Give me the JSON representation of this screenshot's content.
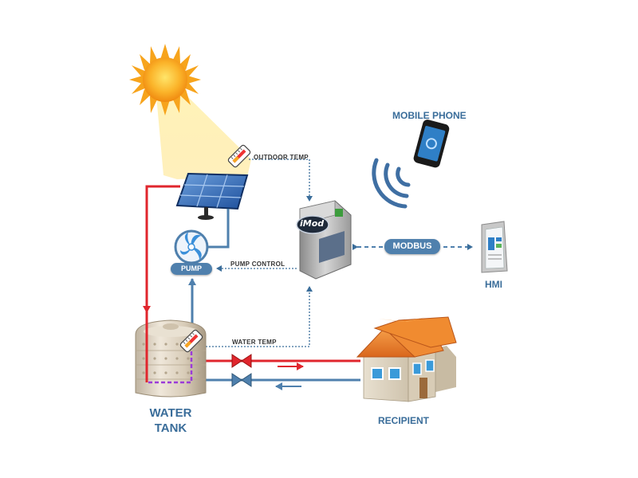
{
  "labels": {
    "mobile_phone": "MOBILE PHONE",
    "outdoor_temp": "OUTDOOR TEMP",
    "modbus": "MODBUS",
    "hmi": "HMI",
    "pump": "PUMP",
    "pump_control": "PUMP CONTROL",
    "water_temp": "WATER TEMP",
    "water_tank_line1": "WATER",
    "water_tank_line2": "TANK",
    "recipient": "RECIPIENT",
    "device_brand": "iMod"
  },
  "colors": {
    "label_blue": "#3a6d9a",
    "hot_pipe": "#e0262d",
    "cold_pipe": "#4f80ad",
    "signal_line": "#3a6d9a",
    "sun": "#f7a41c",
    "tank_internal_pipe": "#9b3bd8"
  },
  "icons": [
    "sun-icon",
    "solar-panel-icon",
    "thermometer-icon",
    "pump-icon",
    "imod-device-icon",
    "wifi-signal-icon",
    "mobile-phone-icon",
    "hmi-panel-icon",
    "water-tank-icon",
    "house-icon",
    "valve-icon"
  ]
}
